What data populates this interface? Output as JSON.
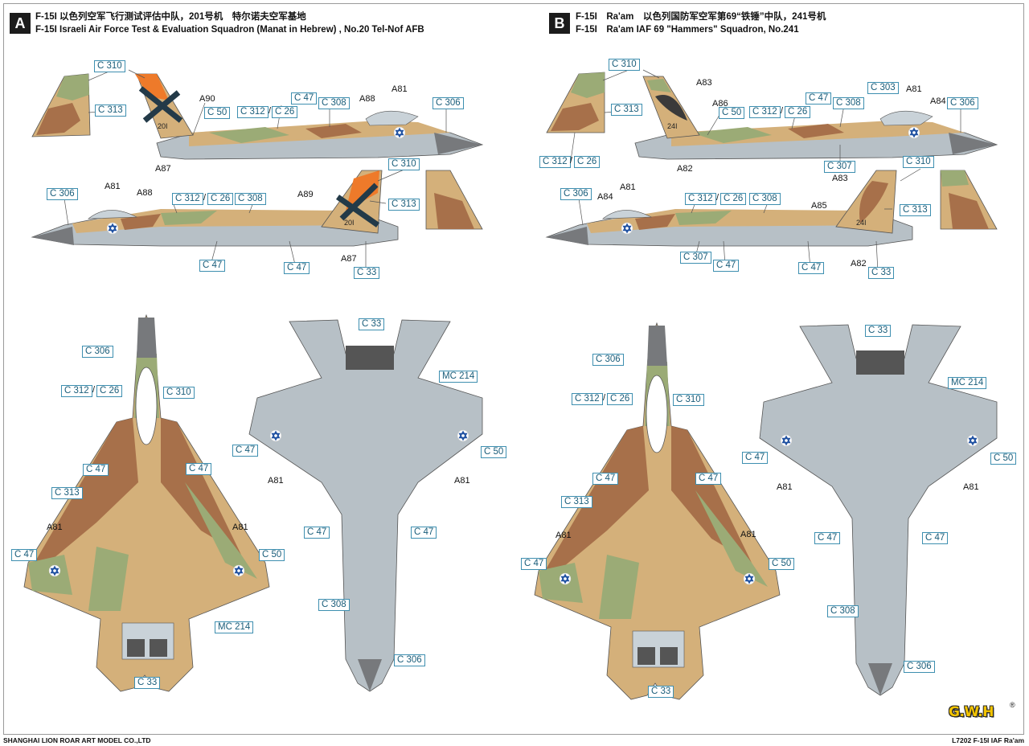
{
  "page": {
    "footer_left": "SHANGHAI LION ROAR ART MODEL CO.,LTD",
    "footer_right": "L7202 F-15I IAF Ra'am",
    "logo_text": "G.W.H",
    "logo_mark": "®"
  },
  "colors": {
    "sand": "#d4b07a",
    "brown": "#a7704a",
    "green": "#9bab76",
    "grey": "#b7c0c6",
    "light_grey": "#c9d2d8",
    "nose": "#77797c",
    "orange": "#ee7a2a",
    "label_border": "#3e8fb0",
    "label_text": "#1a5d7a"
  },
  "scheme_a": {
    "badge": "A",
    "title_cn": "F-15I 以色列空军飞行测试评估中队，201号机　特尔诺夫空军基地",
    "title_en": "F-15I Israeli Air Force Test & Evaluation Squadron (Manat in Hebrew) , No.20 Tel-Nof AFB",
    "tail_number": "20I",
    "labels": {
      "c310_fin": "C 310",
      "c313_fin": "C 313",
      "c50_side": "C 50",
      "c312_side": "C 312",
      "c26_side": "C 26",
      "c47_side": "C 47",
      "c308_side": "C 308",
      "c306_side": "C 306",
      "c310_fin2": "C 310",
      "c313_fin2": "C 313",
      "c306_left": "C 306",
      "c312_left": "C 312",
      "c26_left": "C 26",
      "c308_left": "C 308",
      "c47_low1": "C 47",
      "c47_low2": "C 47",
      "c33_low": "C 33",
      "c306_top": "C 306",
      "c312_top": "C 312",
      "c26_top": "C 26",
      "c310_top": "C 310",
      "c47_top_l": "C 47",
      "c47_top_r": "C 47",
      "c313_top": "C 313",
      "c47_wing": "C 47",
      "c50_wing": "C 50",
      "mc214_top": "MC 214",
      "c33_top": "C 33",
      "c33_under": "C 33",
      "mc214_under": "MC 214",
      "c47_under_l": "C 47",
      "c50_under": "C 50",
      "c47_under_l2": "C 47",
      "c47_under_r2": "C 47",
      "c308_under": "C 308",
      "c306_under": "C 306"
    },
    "annotations": {
      "a90": "A90",
      "a88_side": "A88",
      "a81_side": "A81",
      "a87_side": "A87",
      "a81_left": "A81",
      "a88_left": "A88",
      "a89_left": "A89",
      "a87_left": "A87",
      "a81_top_l": "A81",
      "a81_top_r": "A81",
      "a81_under_l": "A81",
      "a81_under_r": "A81"
    }
  },
  "scheme_b": {
    "badge": "B",
    "title_cn": "F-15I　Ra'am　以色列国防军空军第69“铁锤”中队，241号机",
    "title_en": "F-15I　Ra'am IAF 69 \"Hammers\" Squadron, No.241",
    "tail_number": "24I",
    "labels": {
      "c310_fin": "C 310",
      "c313_fin": "C 313",
      "c312_fin": "C 312",
      "c26_fin": "C 26",
      "c50_side": "C 50",
      "c312_side": "C 312",
      "c26_side": "C 26",
      "c47_side": "C 47",
      "c308_side": "C 308",
      "c303_side": "C 303",
      "c306_side": "C 306",
      "c307_side": "C 307",
      "c310_fin2": "C 310",
      "c313_fin2": "C 313",
      "c306_left": "C 306",
      "c312_left": "C 312",
      "c26_left": "C 26",
      "c308_left": "C 308",
      "c307_low": "C 307",
      "c47_low1": "C 47",
      "c47_low2": "C 47",
      "c33_low": "C 33",
      "c306_top": "C 306",
      "c312_top": "C 312",
      "c26_top": "C 26",
      "c310_top": "C 310",
      "c47_top_l": "C 47",
      "c47_top_r": "C 47",
      "c313_top": "C 313",
      "c47_wing": "C 47",
      "c50_wing": "C 50",
      "c33_top": "C 33",
      "c33_under": "C 33",
      "mc214_under": "MC 214",
      "c47_under_l": "C 47",
      "c50_under": "C 50",
      "c47_under_l2": "C 47",
      "c47_under_r2": "C 47",
      "c308_under": "C 308",
      "c306_under": "C 306"
    },
    "annotations": {
      "a83_side": "A83",
      "a86_side": "A86",
      "a81_side": "A81",
      "a84_side": "A84",
      "a82_side": "A82",
      "a83_left": "A83",
      "a81_left": "A81",
      "a84_left": "A84",
      "a85_left": "A85",
      "a82_left": "A82",
      "a81_top_l": "A81",
      "a81_top_r": "A81",
      "a81_under_l": "A81",
      "a81_under_r": "A81"
    }
  }
}
